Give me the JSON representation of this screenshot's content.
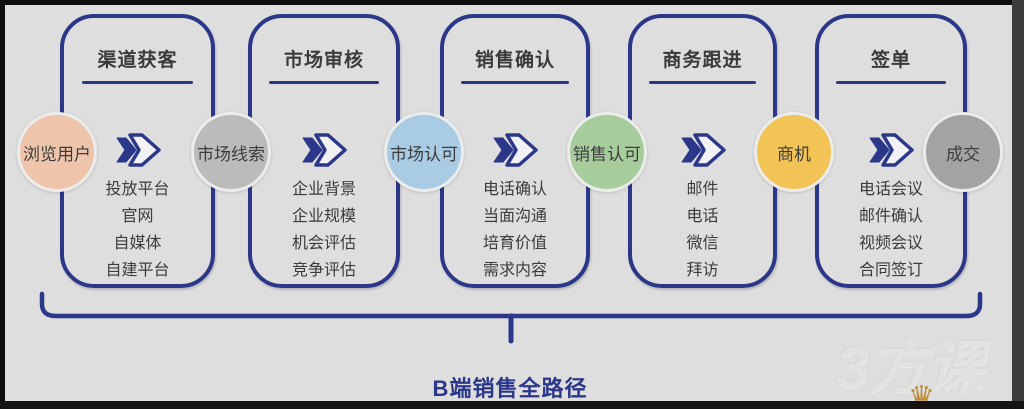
{
  "canvas": {
    "background": "#dedede",
    "accent": "#2b3788"
  },
  "stages": [
    {
      "title": "渠道获客",
      "items": [
        "投放平台",
        "官网",
        "自媒体",
        "自建平台"
      ]
    },
    {
      "title": "市场审核",
      "items": [
        "企业背景",
        "企业规模",
        "机会评估",
        "竞争评估"
      ]
    },
    {
      "title": "销售确认",
      "items": [
        "电话确认",
        "当面沟通",
        "培育价值",
        "需求内容"
      ]
    },
    {
      "title": "商务跟进",
      "items": [
        "邮件",
        "电话",
        "微信",
        "拜访"
      ]
    },
    {
      "title": "签单",
      "items": [
        "电话会议",
        "邮件确认",
        "视频会议",
        "合同签订"
      ]
    }
  ],
  "milestones": [
    {
      "label": "浏览用户",
      "color": "#eec4ab"
    },
    {
      "label": "市场线索",
      "color": "#bbbbbb"
    },
    {
      "label": "市场认可",
      "color": "#a9cbe4"
    },
    {
      "label": "销售认可",
      "color": "#a8cd9d"
    },
    {
      "label": "商机",
      "color": "#f2c355"
    },
    {
      "label": "成交",
      "color": "#a3a3a3"
    }
  ],
  "caption": "B端销售全路径",
  "watermark": {
    "text": "3方课",
    "crown_icon": "♛"
  }
}
